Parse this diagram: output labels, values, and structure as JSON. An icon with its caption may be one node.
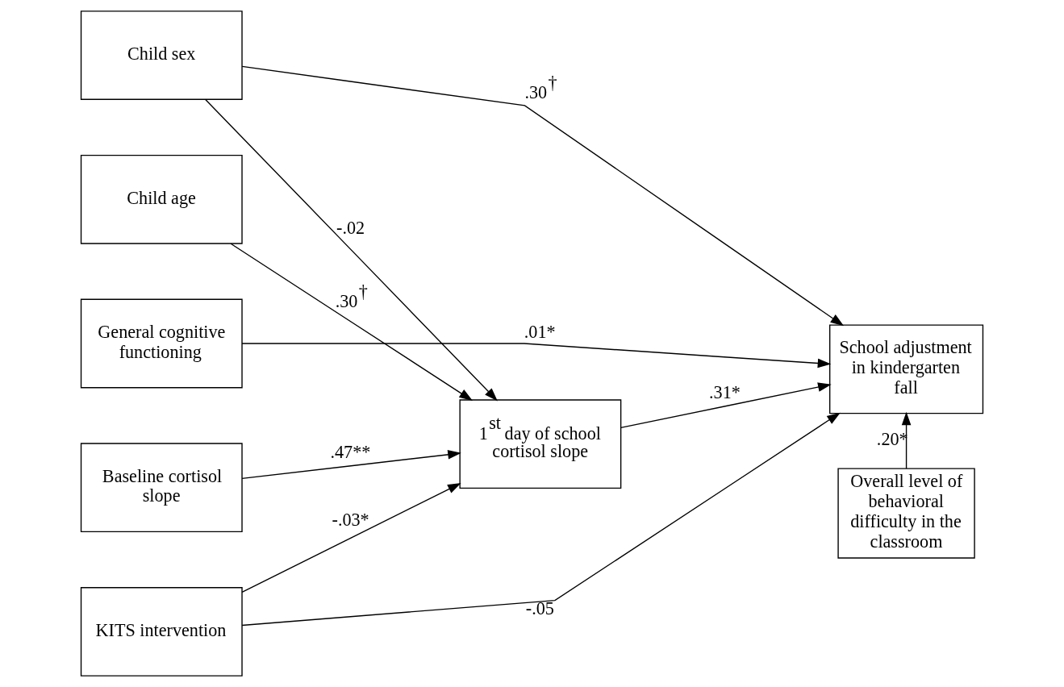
{
  "diagram": {
    "nodes": [
      {
        "text": [
          "Child sex"
        ]
      },
      {
        "text": [
          "Child age"
        ]
      },
      {
        "text": [
          "General cognitive functioning"
        ]
      },
      {
        "text": [
          "Baseline cortisol slope"
        ]
      },
      {
        "text": [
          "KITS intervention"
        ]
      },
      {
        "text": [
          "1$^{st}$ day of school cortisol slope"
        ]
      },
      {
        "text": [
          "School adjustment in kindergarten fall"
        ]
      },
      {
        "text": [
          "Overall level of behavioral difficulty in the classroom"
        ]
      }
    ],
    "edges": [
      {
        "from": 0,
        "to": 5,
        "arrow": "to",
        "label": "-.02"
      },
      {
        "from": 0,
        "to": 6,
        "arrow": "to",
        "label": ".30$^{†}$"
      },
      {
        "from": 1,
        "to": 5,
        "arrow": "to",
        "label": ".30$^{†}$"
      },
      {
        "from": 2,
        "to": 6,
        "arrow": "to",
        "label": ".01*"
      },
      {
        "from": 5,
        "to": 6,
        "arrow": "to",
        "label": ".31*"
      },
      {
        "from": 3,
        "to": 5,
        "arrow": "to",
        "label": ".47**"
      },
      {
        "from": 4,
        "to": 5,
        "arrow": "to",
        "label": "-.03*"
      },
      {
        "from": 4,
        "to": 6,
        "arrow": "to",
        "label": "-.05"
      },
      {
        "from": 7,
        "to": 6,
        "arrow": "to",
        "label": ".20*"
      }
    ]
  }
}
